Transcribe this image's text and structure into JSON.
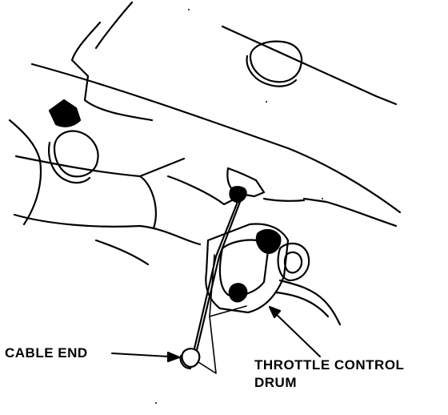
{
  "labels": {
    "cable_end": "CABLE END",
    "throttle_line1": "THROTTLE CONTROL",
    "throttle_line2": "DRUM"
  }
}
